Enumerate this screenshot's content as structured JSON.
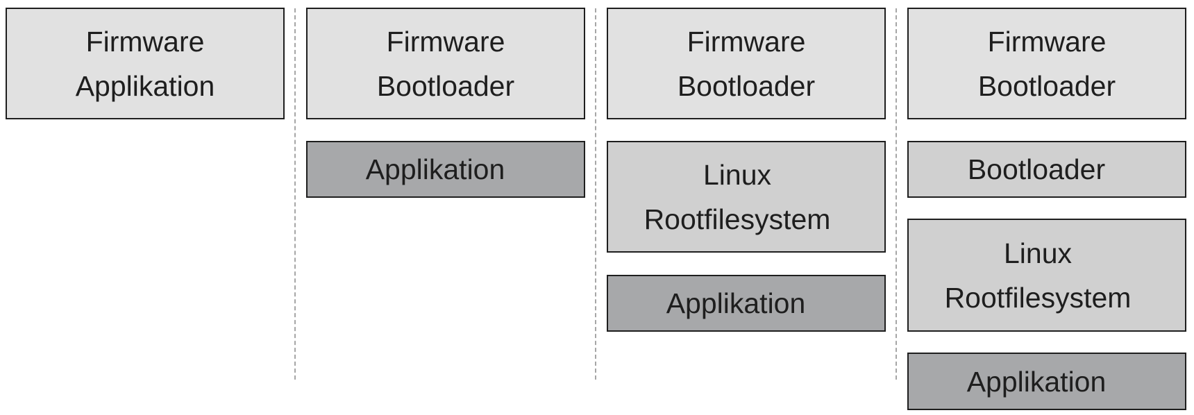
{
  "columns": [
    {
      "blocks": [
        {
          "lines": [
            "Firmware",
            "Applikation"
          ],
          "shade": "light"
        }
      ]
    },
    {
      "blocks": [
        {
          "lines": [
            "Firmware",
            "Bootloader"
          ],
          "shade": "light"
        },
        {
          "lines": [
            "Applikation"
          ],
          "shade": "dark"
        }
      ]
    },
    {
      "blocks": [
        {
          "lines": [
            "Firmware",
            "Bootloader"
          ],
          "shade": "light"
        },
        {
          "lines": [
            "Linux",
            "Rootfilesystem"
          ],
          "shade": "mid"
        },
        {
          "lines": [
            "Applikation"
          ],
          "shade": "dark"
        }
      ]
    },
    {
      "blocks": [
        {
          "lines": [
            "Firmware",
            "Bootloader"
          ],
          "shade": "light"
        },
        {
          "lines": [
            "Bootloader"
          ],
          "shade": "mid"
        },
        {
          "lines": [
            "Linux",
            "Rootfilesystem"
          ],
          "shade": "mid"
        },
        {
          "lines": [
            "Applikation"
          ],
          "shade": "dark"
        }
      ]
    }
  ],
  "colors": {
    "firmware_fill": "#e1e1e1",
    "software_fill": "#d0d0d0",
    "application_fill": "#a7a8aa",
    "border": "#1e1e1e",
    "divider": "#a6a6a6"
  }
}
